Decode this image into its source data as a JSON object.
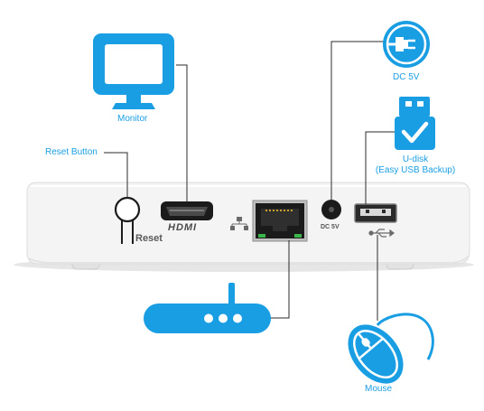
{
  "labels": {
    "monitor": "Monitor",
    "reset_button": "Reset Button",
    "dc": "DC 5V",
    "udisk_line1": "U-disk",
    "udisk_line2": "(Easy USB Backup)",
    "mouse": "Mouse"
  },
  "device_labels": {
    "reset": "Reset",
    "hdmi": "HDMI",
    "dc": "DC 5V"
  },
  "colors": {
    "accent": "#1a9ee3",
    "device_body": "#f4f4f4",
    "device_edge": "#d9d9d9",
    "port_dark": "#1b1b1b",
    "callout_line": "#2b2b2b"
  },
  "icons": [
    "monitor-icon",
    "power-plug-icon",
    "usb-drive-icon",
    "router-icon",
    "mouse-icon",
    "network-icon",
    "usb-symbol-icon"
  ]
}
